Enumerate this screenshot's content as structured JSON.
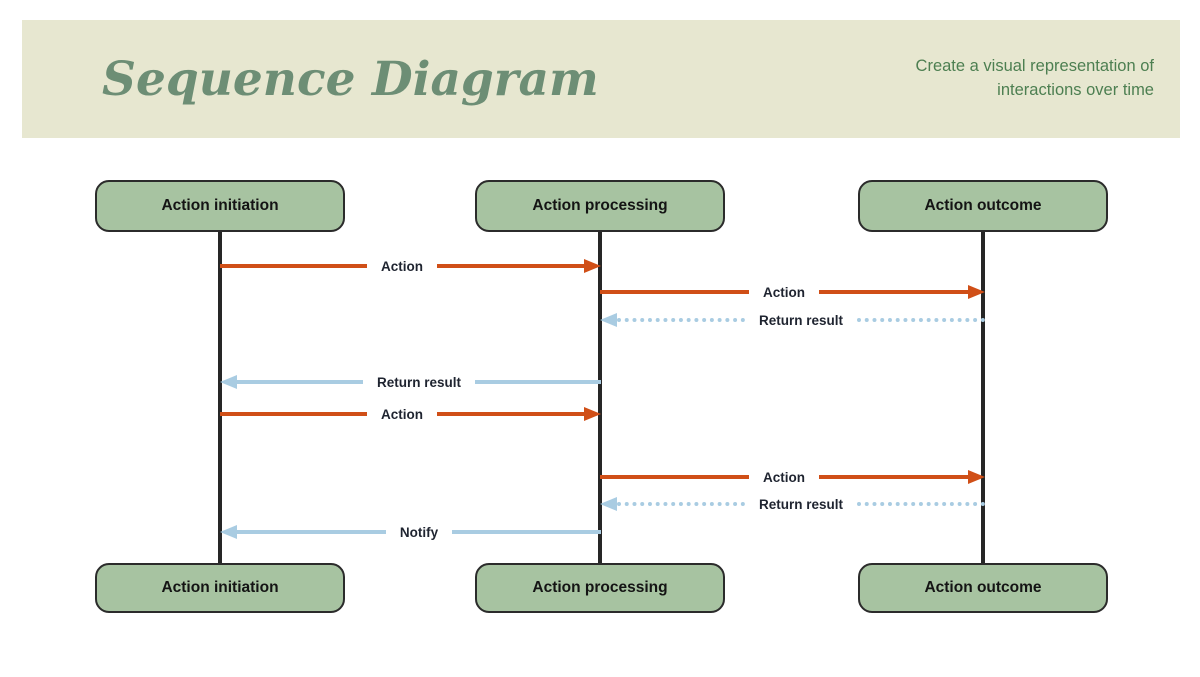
{
  "header": {
    "title": "Sequence Diagram",
    "subtitle_line1": "Create a visual representation of",
    "subtitle_line2": "interactions over time"
  },
  "actors": [
    {
      "label": "Action initiation"
    },
    {
      "label": "Action processing"
    },
    {
      "label": "Action outcome"
    }
  ],
  "messages": [
    {
      "label": "Action",
      "from": "Action initiation",
      "to": "Action processing",
      "direction": "right",
      "line_style": "solid",
      "color_role": "orange"
    },
    {
      "label": "Action",
      "from": "Action processing",
      "to": "Action outcome",
      "direction": "right",
      "line_style": "solid",
      "color_role": "orange"
    },
    {
      "label": "Return result",
      "from": "Action outcome",
      "to": "Action processing",
      "direction": "left",
      "line_style": "dotted",
      "color_role": "blue"
    },
    {
      "label": "Return result",
      "from": "Action processing",
      "to": "Action initiation",
      "direction": "left",
      "line_style": "solid",
      "color_role": "blue"
    },
    {
      "label": "Action",
      "from": "Action initiation",
      "to": "Action processing",
      "direction": "right",
      "line_style": "solid",
      "color_role": "orange"
    },
    {
      "label": "Action",
      "from": "Action processing",
      "to": "Action outcome",
      "direction": "right",
      "line_style": "solid",
      "color_role": "orange"
    },
    {
      "label": "Return result",
      "from": "Action outcome",
      "to": "Action processing",
      "direction": "left",
      "line_style": "dotted",
      "color_role": "blue"
    },
    {
      "label": "Notify",
      "from": "Action processing",
      "to": "Action initiation",
      "direction": "left",
      "line_style": "solid",
      "color_role": "blue"
    }
  ],
  "colors": {
    "band-bg": "#e7e7d0",
    "title-green": "#6d8e75",
    "subtitle-green": "#4d7f51",
    "box-fill": "#a7c3a1",
    "box-border": "#2b2b2b",
    "lifeline": "#262626",
    "arrow-orange": "#d04f17",
    "arrow-blue": "#a9cce2",
    "label-dark": "#1f2430"
  }
}
